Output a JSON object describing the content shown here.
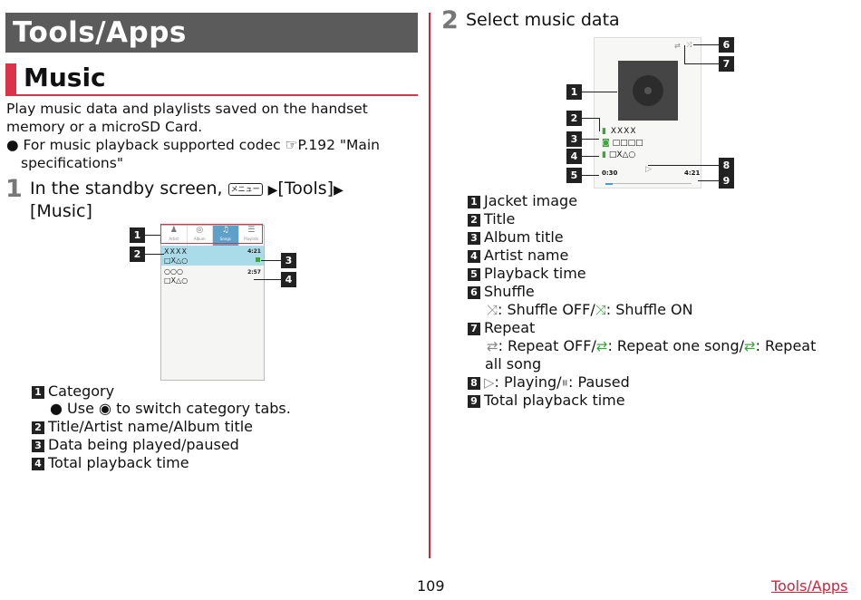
{
  "header": {
    "title": "Tools/Apps"
  },
  "section": {
    "title": "Music"
  },
  "intro": {
    "text": "Play music data and playlists saved on the handset memory or a microSD Card.",
    "bullet_line1": "For music playback supported codec ☞P.192 \"Main",
    "bullet_line2": "specifications\""
  },
  "step1": {
    "number": "1",
    "line1": "In the standby screen,",
    "key": "メニュー",
    "tools": "[Tools]",
    "music": "[Music]",
    "screen": {
      "tabs": [
        "Artist",
        "Album",
        "Songs",
        "Playlists"
      ],
      "row1_title": "XXXX",
      "row1_time": "4:21",
      "row1_sub": "□X△○",
      "row2_title": "○○○",
      "row2_time": "2:57",
      "row2_sub": "□X△○"
    },
    "legend": [
      {
        "n": "1",
        "label": "Category",
        "sub": "Use ◉ to switch category tabs."
      },
      {
        "n": "2",
        "label": "Title/Artist name/Album title"
      },
      {
        "n": "3",
        "label": "Data being played/paused"
      },
      {
        "n": "4",
        "label": "Total playback time"
      }
    ]
  },
  "step2": {
    "number": "2",
    "title": "Select music data",
    "screen": {
      "title": "XXXX",
      "album": "□□□□",
      "artist": "□X△○",
      "elapsed": "0:30",
      "total": "4:21"
    },
    "legend": [
      {
        "n": "1",
        "label": "Jacket image"
      },
      {
        "n": "2",
        "label": "Title"
      },
      {
        "n": "3",
        "label": "Album title"
      },
      {
        "n": "4",
        "label": "Artist name"
      },
      {
        "n": "5",
        "label": "Playback time"
      },
      {
        "n": "6",
        "label": "Shuffle"
      },
      {
        "n": "7",
        "label": "Repeat"
      },
      {
        "n": "8",
        "label": ": Playing/",
        "label2": ": Paused"
      },
      {
        "n": "9",
        "label": "Total playback time"
      }
    ],
    "shuffle_desc": ": Shuffle OFF/",
    "shuffle_desc2": ": Shuffle ON",
    "repeat_desc": ": Repeat OFF/",
    "repeat_desc2": ": Repeat one song/",
    "repeat_desc3": ": Repeat",
    "repeat_desc4": "all song"
  },
  "footer": {
    "page": "109",
    "link": "Tools/Apps"
  },
  "colors": {
    "accent": "#d9344a",
    "header_bg": "#5b5b5b",
    "highlight": "#a9dbe8",
    "green": "#3aa53a"
  }
}
